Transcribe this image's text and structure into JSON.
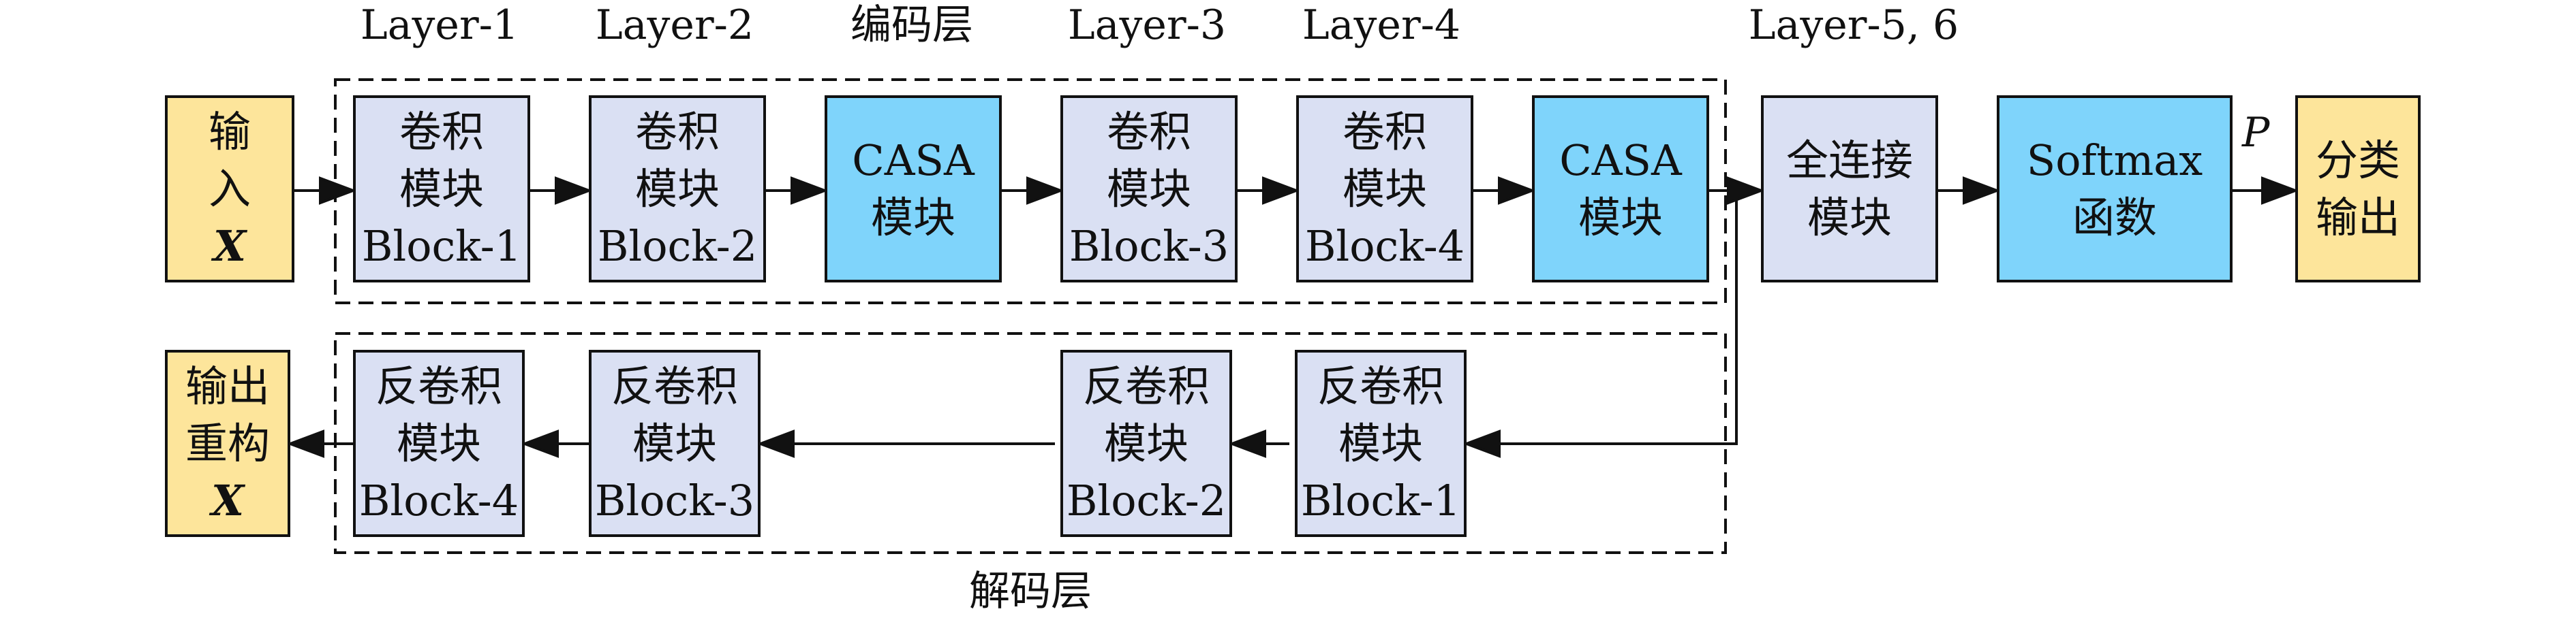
{
  "encoder": {
    "layer_labels": {
      "l1": "Layer-1",
      "l2": "Layer-2",
      "enc": "编码层",
      "l3": "Layer-3",
      "l4": "Layer-4",
      "l56": "Layer-5, 6"
    },
    "input": {
      "line1": "输",
      "line2": "入",
      "var": "X"
    },
    "block1": {
      "line1": "卷积",
      "line2": "模块",
      "line3": "Block-1"
    },
    "block2": {
      "line1": "卷积",
      "line2": "模块",
      "line3": "Block-2"
    },
    "casa1": {
      "line1": "CASA",
      "line2": "模块"
    },
    "block3": {
      "line1": "卷积",
      "line2": "模块",
      "line3": "Block-3"
    },
    "block4": {
      "line1": "卷积",
      "line2": "模块",
      "line3": "Block-4"
    },
    "casa2": {
      "line1": "CASA",
      "line2": "模块"
    }
  },
  "classifier": {
    "fc": {
      "line1": "全连接",
      "line2": "模块"
    },
    "softmax": {
      "line1": "Softmax",
      "line2": "函数"
    },
    "p_label": "P",
    "output": {
      "line1": "分类",
      "line2": "输出"
    }
  },
  "decoder": {
    "label": "解码层",
    "output": {
      "line1": "输出",
      "line2": "重构",
      "var": "X"
    },
    "deconv4": {
      "line1": "反卷积",
      "line2": "模块",
      "line3": "Block-4"
    },
    "deconv3": {
      "line1": "反卷积",
      "line2": "模块",
      "line3": "Block-3"
    },
    "deconv2": {
      "line1": "反卷积",
      "line2": "模块",
      "line3": "Block-2"
    },
    "deconv1": {
      "line1": "反卷积",
      "line2": "模块",
      "line3": "Block-1"
    }
  }
}
